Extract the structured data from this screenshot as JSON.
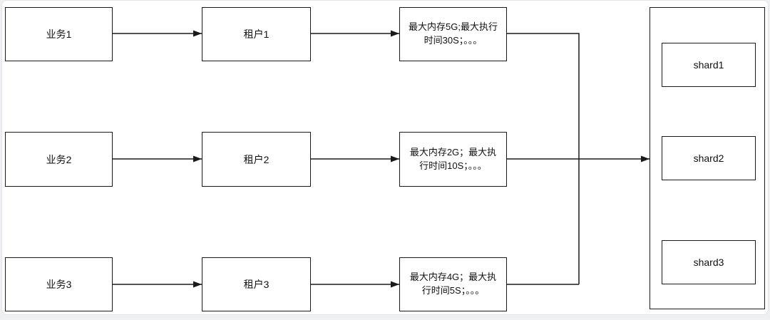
{
  "diagram": {
    "rows": [
      {
        "business": "业务1",
        "tenant": "租户1",
        "limits": "最大内存5G;最大执行时间30S；。。。"
      },
      {
        "business": "业务2",
        "tenant": "租户2",
        "limits": "最大内存2G；最大执行时间10S；。。。"
      },
      {
        "business": "业务3",
        "tenant": "租户3",
        "limits": "最大内存4G；最大执行时间5S；。。。"
      }
    ],
    "cluster": {
      "shards": [
        {
          "label": "shard1"
        },
        {
          "label": "shard2"
        },
        {
          "label": "shard3"
        }
      ]
    },
    "colors": {
      "stroke": "#1a1a1a",
      "box_fill": "#ffffff",
      "canvas_bg": "#ffffff",
      "page_bg": "#eef0f1"
    }
  }
}
